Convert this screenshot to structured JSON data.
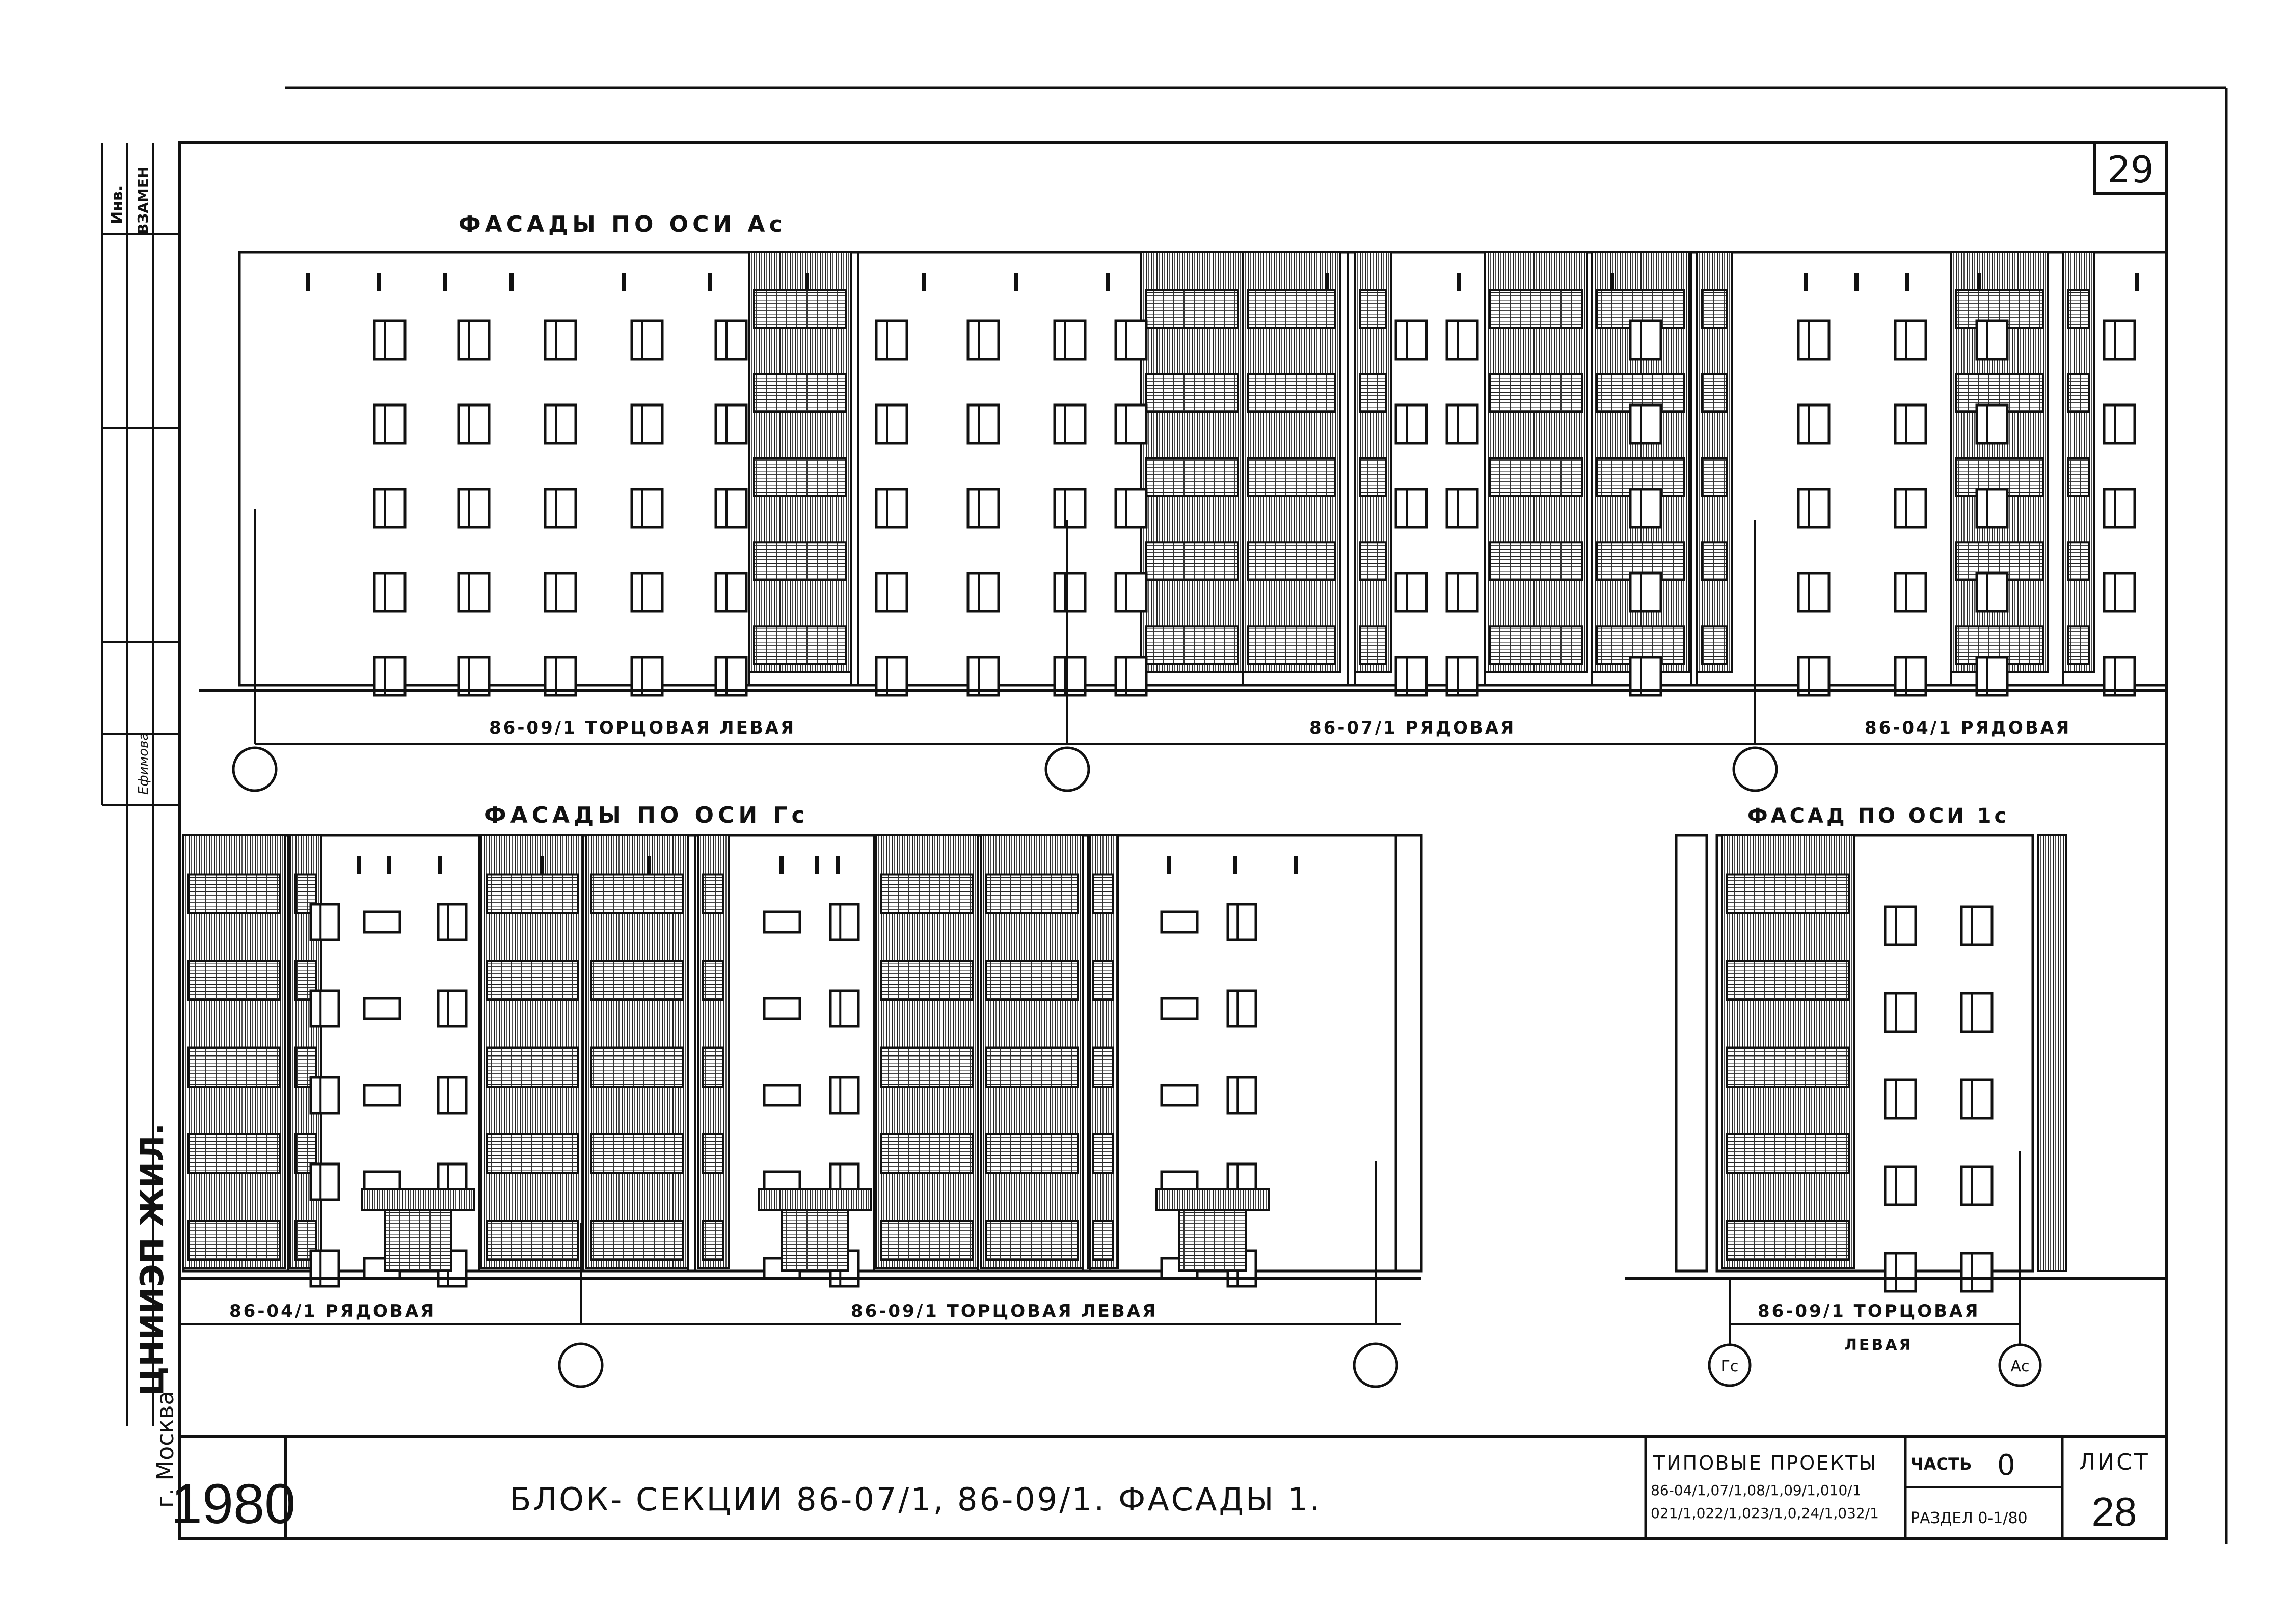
{
  "sheet_top_number": "29",
  "title_block": {
    "year": "1980",
    "city": "г. Москва",
    "org": "ЦНИИЭП ЖИЛ.",
    "main_title": "БЛОК- СЕКЦИИ 86-07/1, 86-09/1. ФАСАДЫ 1.",
    "project_label": "ТИПОВЫЕ ПРОЕКТЫ",
    "project_numbers_1": "86-04/1,07/1,08/1,09/1,010/1",
    "project_numbers_2": "021/1,022/1,023/1,0,24/1,032/1",
    "part_label": "ЧАСТЬ",
    "part_value": "0",
    "section_label": "РАЗДЕЛ 0-1/80",
    "sheet_label": "ЛИСТ",
    "sheet_value": "28"
  },
  "side_stamp": {
    "inv": "Инв.",
    "zamen": "ВЗАМЕН",
    "signature": "Ефимова"
  },
  "facade_top": {
    "title": "ФАСАДЫ ПО ОСИ Ас",
    "labels": [
      "86-09/1 ТОРЦОВАЯ ЛЕВАЯ",
      "86-07/1 РЯДОВАЯ",
      "86-04/1 РЯДОВАЯ"
    ]
  },
  "facade_bottom_left": {
    "title": "ФАСАДЫ ПО ОСИ Гс",
    "labels": [
      "86-04/1 РЯДОВАЯ",
      "86-09/1 ТОРЦОВАЯ ЛЕВАЯ"
    ]
  },
  "facade_bottom_right": {
    "title": "ФАСАД ПО ОСИ 1с",
    "label_1": "86-09/1 ТОРЦОВАЯ",
    "label_2": "ЛЕВАЯ",
    "axis_left": "Гс",
    "axis_right": "Ас"
  },
  "colors": {
    "ink": "#111111",
    "hatch": "#555555",
    "paper": "#ffffff"
  }
}
